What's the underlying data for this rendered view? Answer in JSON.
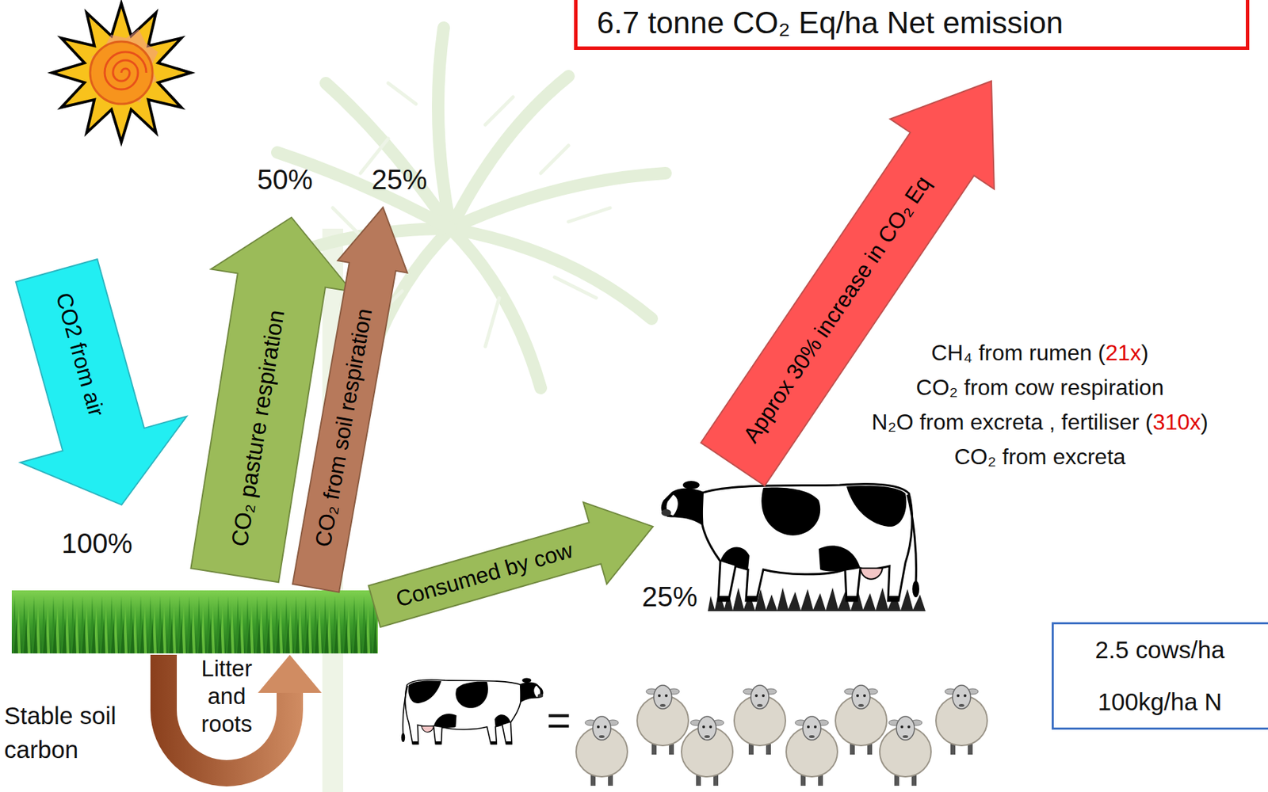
{
  "diagram": {
    "nodes": [
      {
        "text": [
          "6.7 tonne CO₂ Eq/ha Net emission"
        ]
      },
      {
        "text": [
          "CO2 from air"
        ]
      },
      {
        "text": [
          "CO₂ pasture respiration"
        ]
      },
      {
        "text": [
          "CO₂ from soil respiration"
        ]
      },
      {
        "text": [
          "Approx 30% increase in CO₂ Eq"
        ]
      },
      {
        "text": [
          "Consumed by cow"
        ]
      },
      {
        "text": [
          "2.5 cows/ha",
          "100kg/ha N"
        ]
      }
    ],
    "labels": [
      "50%",
      "25%",
      "100%",
      "CH₄ from rumen (",
      "21x",
      ")",
      "CO₂ from cow respiration",
      "N₂O from excreta , fertiliser (",
      "310x",
      ")",
      "CO₂ from excreta",
      "25%",
      "Litter and roots",
      "Stable soil carbon",
      "="
    ]
  }
}
